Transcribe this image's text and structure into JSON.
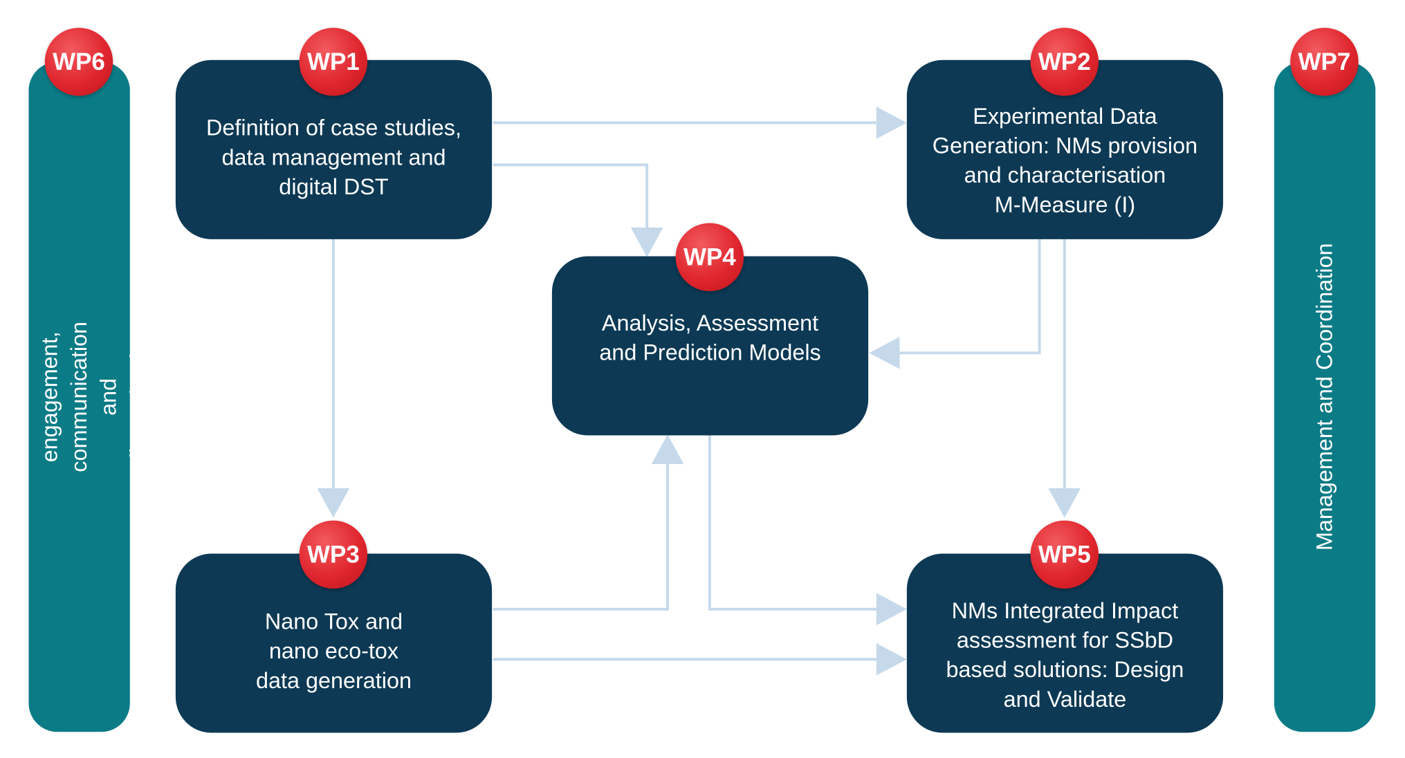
{
  "colors": {
    "box": "#0d3954",
    "side_bar": "#0b7b86",
    "badge": "#e0262e",
    "connector": "#c5d9ea"
  },
  "side_bars": {
    "wp6": {
      "badge": "WP6",
      "label": "Stakeholders engagement, communication\nand dissemination"
    },
    "wp7": {
      "badge": "WP7",
      "label": "Management and Coordination"
    }
  },
  "work_packages": {
    "wp1": {
      "badge": "WP1",
      "text": "Definition of case studies,\ndata management and\ndigital DST"
    },
    "wp2": {
      "badge": "WP2",
      "text": "Experimental Data\nGeneration: NMs provision\nand characterisation\nM-Measure (I)"
    },
    "wp3": {
      "badge": "WP3",
      "text": "Nano Tox and\nnano eco-tox\ndata generation"
    },
    "wp4": {
      "badge": "WP4",
      "text": "Analysis, Assessment\nand Prediction Models"
    },
    "wp5": {
      "badge": "WP5",
      "text": "NMs Integrated Impact\nassessment for SSbD\nbased solutions: Design\nand Validate"
    }
  }
}
